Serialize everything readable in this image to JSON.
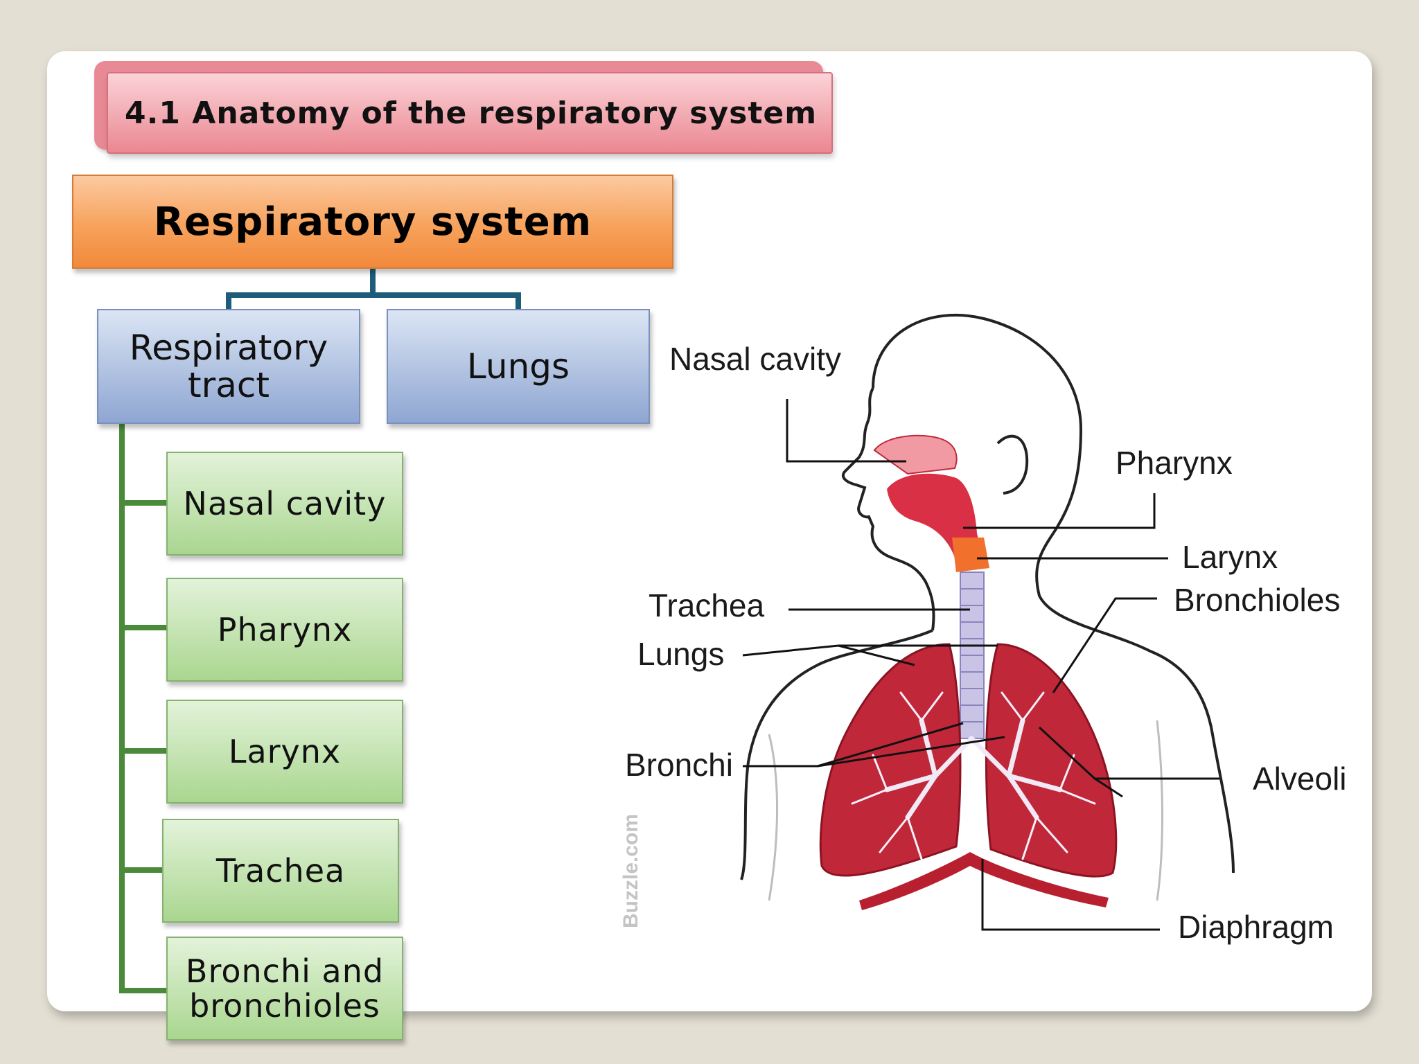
{
  "title": "4.1 Anatomy of the respiratory system",
  "tree": {
    "root": "Respiratory system",
    "branches": [
      "Respiratory tract",
      "Lungs"
    ],
    "tract_items": [
      "Nasal cavity",
      "Pharynx",
      "Larynx",
      "Trachea",
      "Bronchi and bronchioles"
    ]
  },
  "figure": {
    "labels": {
      "nasal_cavity": "Nasal cavity",
      "pharynx": "Pharynx",
      "larynx": "Larynx",
      "trachea": "Trachea",
      "bronchioles": "Bronchioles",
      "lungs": "Lungs",
      "bronchi": "Bronchi",
      "alveoli": "Alveoli",
      "diaphragm": "Diaphragm"
    },
    "credit": "Buzzle.com"
  },
  "colors": {
    "title_fill": "#eb8791",
    "root_fill": "#f7a25c",
    "branch_fill": "#8ea6d2",
    "item_fill": "#a9d68f",
    "blue_connector": "#1f5c7a",
    "green_connector": "#4a8a3a",
    "lung_red": "#c0283a"
  }
}
